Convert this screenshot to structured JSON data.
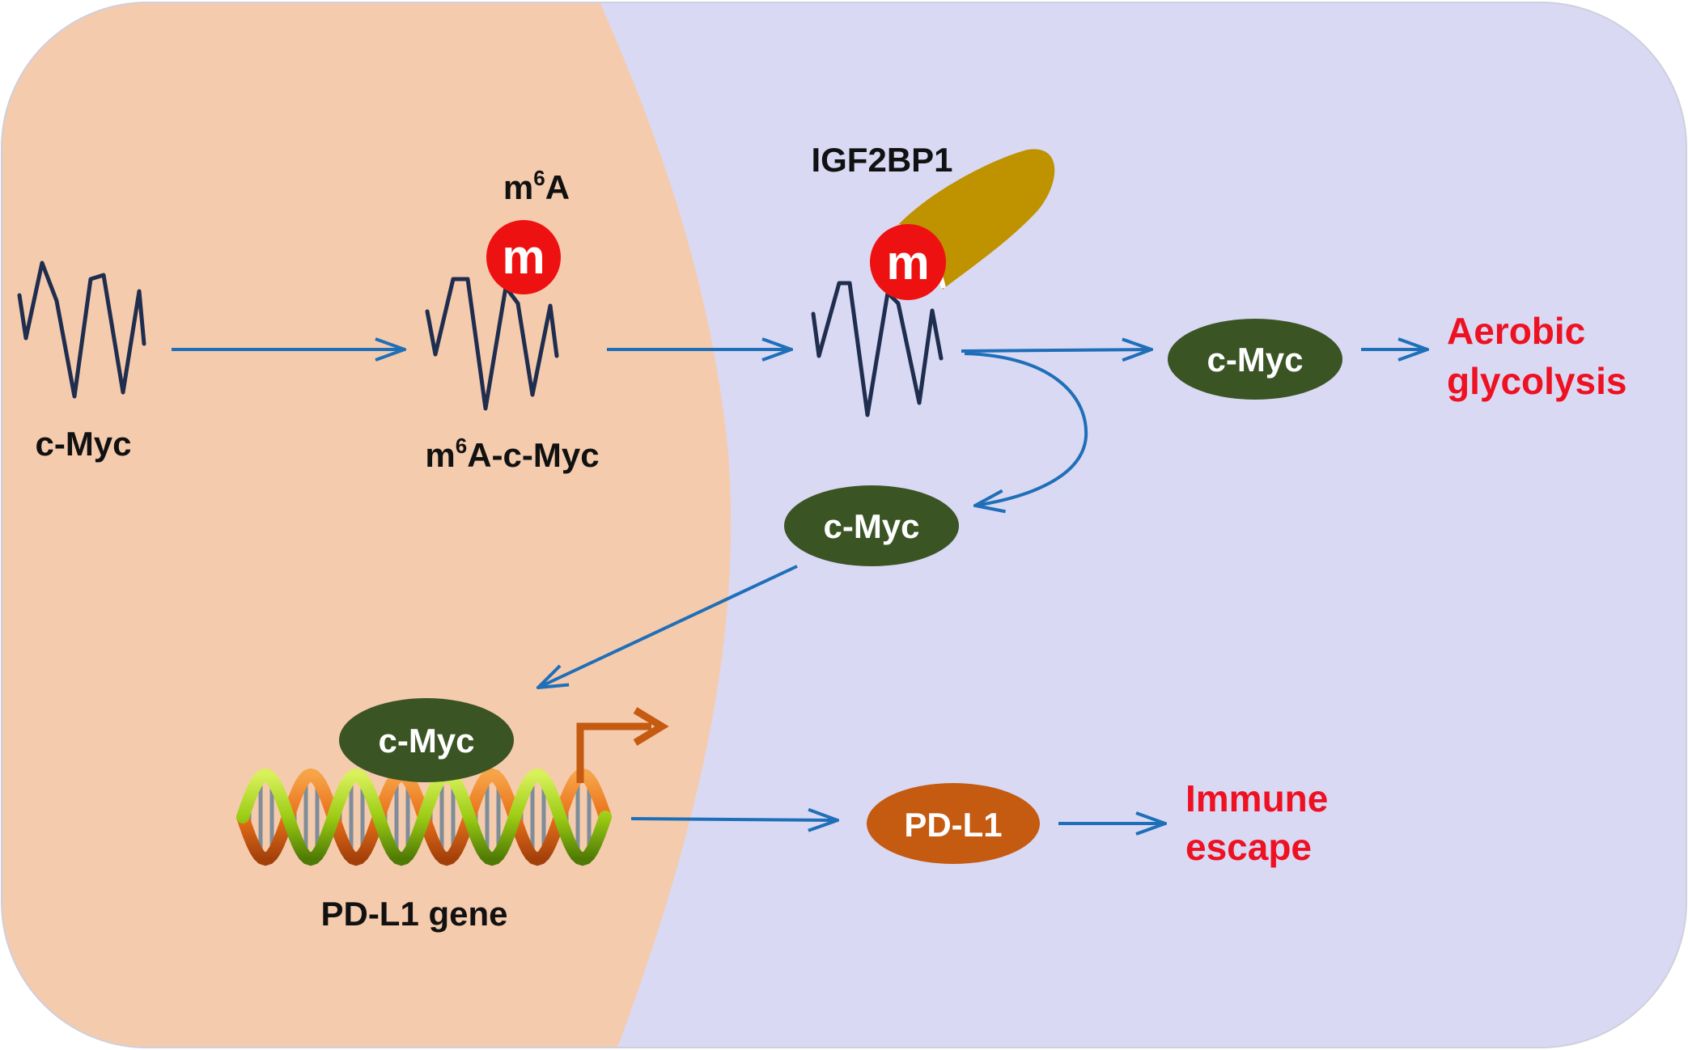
{
  "labels": {
    "cmyc_mrna": "c-Myc",
    "m6a_prefix": "m",
    "m6a_sup": "6",
    "m6a_suffix": "A",
    "m6a_cmyc_prefix": "m",
    "m6a_cmyc_sup": "6",
    "m6a_cmyc_suffix": "A-c-Myc",
    "methyl_mark": "m",
    "igf2bp1": "IGF2BP1",
    "cmyc_protein_right": "c-Myc",
    "cmyc_protein_middle": "c-Myc",
    "cmyc_protein_dna": "c-Myc",
    "aerobic_line1": "Aerobic",
    "aerobic_line2": "glycolysis",
    "pdl1_protein": "PD-L1",
    "immune_line1": "Immune",
    "immune_line2": "escape",
    "pdl1_gene": "PD-L1 gene"
  },
  "colors": {
    "nucleus_fill": "#f5cbad",
    "cytoplasm_fill": "#d9d9f4",
    "arrow_blue": "#1f6fb8",
    "mrna_stroke": "#1f2d4e",
    "methyl_red": "#ee1111",
    "igf2bp1_gold": "#bf9200",
    "cmyc_green": "#3a5424",
    "pdl1_orange": "#c55a11",
    "outcome_red": "#ee1122",
    "label_black": "#111111",
    "dna_green": "#9ccc14",
    "dna_orange": "#e8701a",
    "dna_rung": "#7f8c99"
  }
}
